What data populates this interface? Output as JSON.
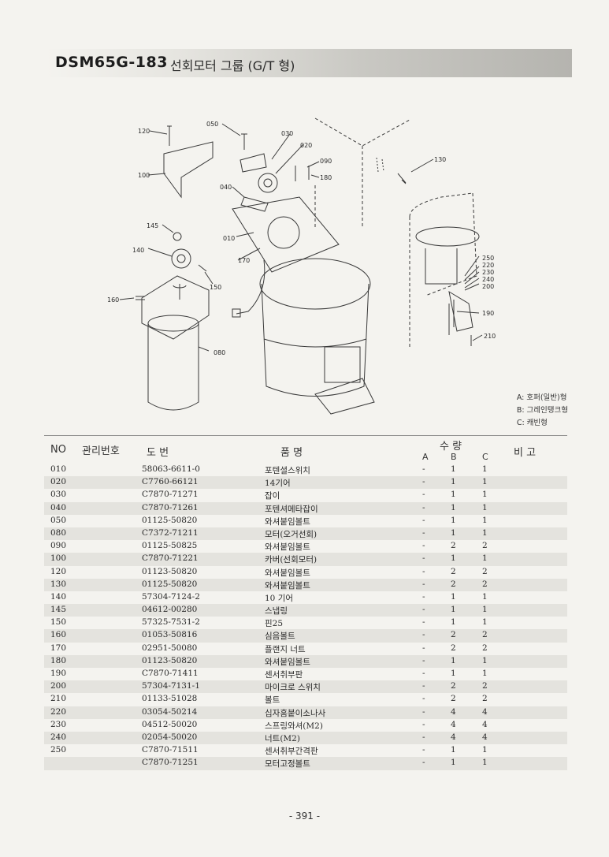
{
  "header": {
    "code": "DSM65G-183",
    "title": "선회모터 그룹 (G/T 형)"
  },
  "callouts": [
    "120",
    "050",
    "030",
    "020",
    "100",
    "090",
    "180",
    "130",
    "040",
    "145",
    "010",
    "140",
    "170",
    "150",
    "160",
    "080",
    "250",
    "220",
    "230",
    "240",
    "200",
    "190",
    "210"
  ],
  "legend": [
    "A: 호퍼(일반)형",
    "B: 그레인탱크형",
    "C: 캐빈형"
  ],
  "table": {
    "headers": {
      "no": "NO",
      "mgmt": "관리번호",
      "dwg": "도      번",
      "name": "품              명",
      "qty": "수   량",
      "remark": "비   고",
      "a": "A",
      "b": "B",
      "c": "C"
    },
    "rows": [
      {
        "no": "010",
        "dwg": "58063-6611-0",
        "name": "포텐셜스위치",
        "a": "-",
        "b": "1",
        "c": "1"
      },
      {
        "no": "020",
        "dwg": "C7760-66121",
        "name": "14기어",
        "a": "-",
        "b": "1",
        "c": "1"
      },
      {
        "no": "030",
        "dwg": "C7870-71271",
        "name": "잡이",
        "a": "-",
        "b": "1",
        "c": "1"
      },
      {
        "no": "040",
        "dwg": "C7870-71261",
        "name": "포텐셔메타잡이",
        "a": "-",
        "b": "1",
        "c": "1"
      },
      {
        "no": "050",
        "dwg": "01125-50820",
        "name": "와셔붙임볼트",
        "a": "-",
        "b": "1",
        "c": "1"
      },
      {
        "no": "080",
        "dwg": "C7372-71211",
        "name": "모터(오거선회)",
        "a": "-",
        "b": "1",
        "c": "1"
      },
      {
        "no": "090",
        "dwg": "01125-50825",
        "name": "와셔붙임볼트",
        "a": "-",
        "b": "2",
        "c": "2"
      },
      {
        "no": "100",
        "dwg": "C7870-71221",
        "name": "카버(선회모터)",
        "a": "-",
        "b": "1",
        "c": "1"
      },
      {
        "no": "120",
        "dwg": "01123-50820",
        "name": "와셔붙임볼트",
        "a": "-",
        "b": "2",
        "c": "2"
      },
      {
        "no": "130",
        "dwg": "01125-50820",
        "name": "와셔붙임볼트",
        "a": "-",
        "b": "2",
        "c": "2"
      },
      {
        "no": "140",
        "dwg": "57304-7124-2",
        "name": "10 기어",
        "a": "-",
        "b": "1",
        "c": "1"
      },
      {
        "no": "145",
        "dwg": "04612-00280",
        "name": "스냅링",
        "a": "-",
        "b": "1",
        "c": "1"
      },
      {
        "no": "150",
        "dwg": "57325-7531-2",
        "name": "핀25",
        "a": "-",
        "b": "1",
        "c": "1"
      },
      {
        "no": "160",
        "dwg": "01053-50816",
        "name": "심음볼트",
        "a": "-",
        "b": "2",
        "c": "2"
      },
      {
        "no": "170",
        "dwg": "02951-50080",
        "name": "플랜지 너트",
        "a": "-",
        "b": "2",
        "c": "2"
      },
      {
        "no": "180",
        "dwg": "01123-50820",
        "name": "와셔붙임볼트",
        "a": "-",
        "b": "1",
        "c": "1"
      },
      {
        "no": "190",
        "dwg": "C7870-71411",
        "name": "센서취부판",
        "a": "-",
        "b": "1",
        "c": "1"
      },
      {
        "no": "200",
        "dwg": "57304-7131-1",
        "name": "마이크로 스위치",
        "a": "-",
        "b": "2",
        "c": "2"
      },
      {
        "no": "210",
        "dwg": "01133-51028",
        "name": "볼트",
        "a": "-",
        "b": "2",
        "c": "2"
      },
      {
        "no": "220",
        "dwg": "03054-50214",
        "name": "십자홈붙이소나사",
        "a": "-",
        "b": "4",
        "c": "4"
      },
      {
        "no": "230",
        "dwg": "04512-50020",
        "name": "스프링와셔(M2)",
        "a": "-",
        "b": "4",
        "c": "4"
      },
      {
        "no": "240",
        "dwg": "02054-50020",
        "name": "너트(M2)",
        "a": "-",
        "b": "4",
        "c": "4"
      },
      {
        "no": "250",
        "dwg": "C7870-71511",
        "name": "센서취부간격판",
        "a": "-",
        "b": "1",
        "c": "1"
      },
      {
        "no": "",
        "dwg": "C7870-71251",
        "name": "모터고정볼트",
        "a": "-",
        "b": "1",
        "c": "1"
      }
    ]
  },
  "page_number": "- 391 -"
}
